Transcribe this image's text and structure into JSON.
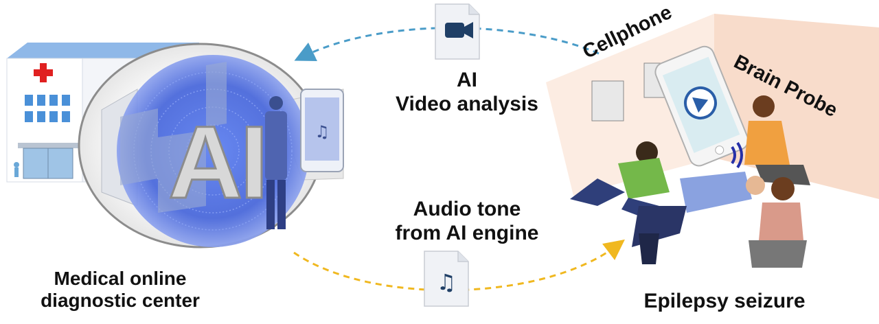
{
  "labels": {
    "video_analysis_line1": "AI",
    "video_analysis_line2": "Video analysis",
    "audio_tone_line1": "Audio tone",
    "audio_tone_line2": "from AI engine",
    "center_line1": "Medical online",
    "center_line2": "diagnostic center",
    "seizure": "Epilepsy seizure",
    "cellphone": "Cellphone",
    "brain_probe": "Brain Probe",
    "ai_big": "AI"
  },
  "icons": {
    "video": "video-camera-icon",
    "audio": "music-note-icon",
    "hospital_cross": "medical-cross-icon",
    "play": "play-icon"
  },
  "colors": {
    "video_arrow": "#4a9cc8",
    "audio_arrow": "#f0b820",
    "ai_sphere": "#4d6fe0",
    "cross": "#e02020",
    "room_wall": "#f9e4d8"
  }
}
